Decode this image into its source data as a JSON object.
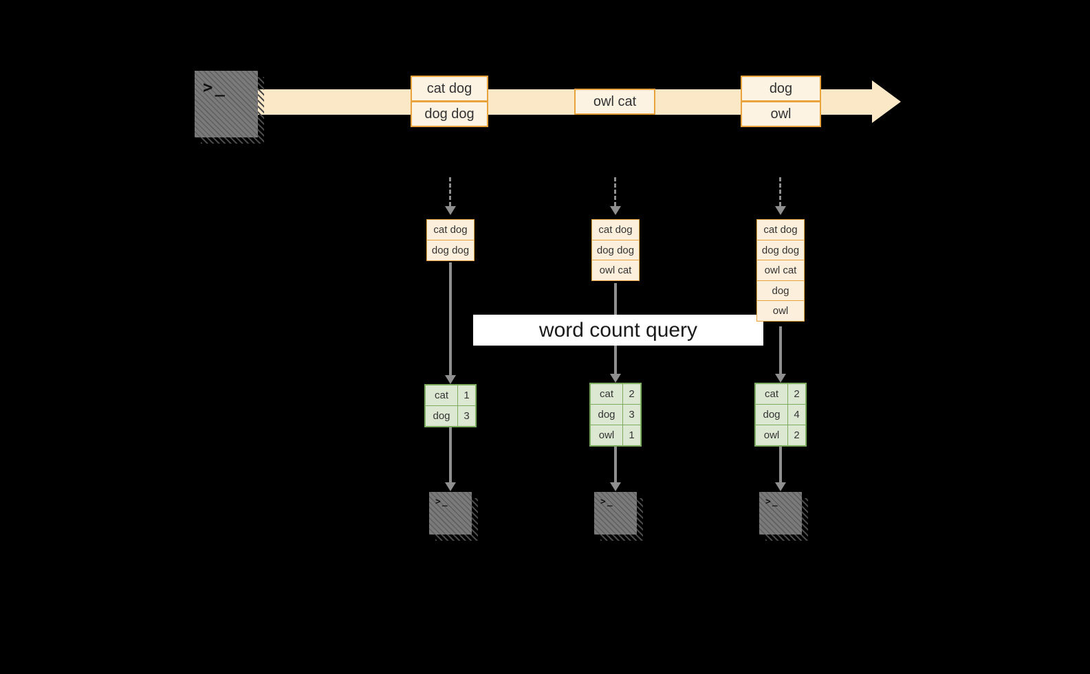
{
  "diagram": "stream-word-count",
  "colors": {
    "background": "#000000",
    "stream_band": "#FAE8C6",
    "event_fill": "#FCF3E3",
    "event_border": "#E8A33D",
    "state_fill": "#FCF0DC",
    "table_fill": "#DCE8D2",
    "table_border": "#7CAD5E",
    "arrow": "#8F8F8F",
    "banner_bg": "#FFFFFF",
    "banner_text": "#1A1A1A"
  },
  "terminal": {
    "prompt": ">_"
  },
  "banner": {
    "label": "word count query"
  },
  "stream": {
    "events": [
      {
        "lines": [
          "cat dog",
          "dog dog"
        ]
      },
      {
        "lines": [
          "owl cat"
        ]
      },
      {
        "lines": [
          "dog",
          "owl"
        ]
      }
    ]
  },
  "pipelines": [
    {
      "state": [
        "cat dog",
        "dog dog"
      ],
      "counts": [
        {
          "word": "cat",
          "count": "1"
        },
        {
          "word": "dog",
          "count": "3"
        }
      ]
    },
    {
      "state": [
        "cat dog",
        "dog dog",
        "owl cat"
      ],
      "counts": [
        {
          "word": "cat",
          "count": "2"
        },
        {
          "word": "dog",
          "count": "3"
        },
        {
          "word": "owl",
          "count": "1"
        }
      ]
    },
    {
      "state": [
        "cat dog",
        "dog dog",
        "owl cat",
        "dog",
        "owl"
      ],
      "counts": [
        {
          "word": "cat",
          "count": "2"
        },
        {
          "word": "dog",
          "count": "4"
        },
        {
          "word": "owl",
          "count": "2"
        }
      ]
    }
  ]
}
